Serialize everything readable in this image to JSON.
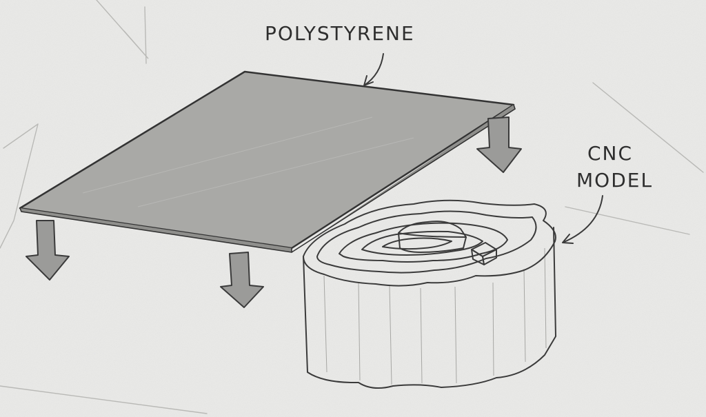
{
  "labels": {
    "polystyrene": "POLYSTYRENE",
    "cnc_line1": "CNC",
    "cnc_line2": "MODEL"
  },
  "colors": {
    "paper": "#e9e9e7",
    "sheet_fill": "#a9a9a6",
    "arrow_fill": "#9b9b99",
    "pencil": "#3a3a3a"
  }
}
